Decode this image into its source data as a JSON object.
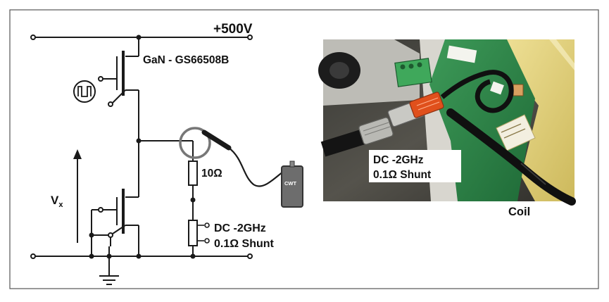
{
  "circuit": {
    "supply_label": "+500V",
    "device_label": "GaN - GS66508B",
    "voltage_label": "V",
    "voltage_subscript": "x",
    "resistor_label": "10Ω",
    "shunt_line1": "DC -2GHz",
    "shunt_line2": "0.1Ω Shunt",
    "probe_label": "CWT"
  },
  "photo": {
    "shunt_line1": "DC -2GHz",
    "shunt_line2": "0.1Ω Shunt",
    "coil_label": "Coil"
  },
  "colors": {
    "wire": "#1a1a1a",
    "probe_head": "#e0501c",
    "board_green": "#2f8a4c",
    "housing_yellow": "#e8d77a"
  }
}
